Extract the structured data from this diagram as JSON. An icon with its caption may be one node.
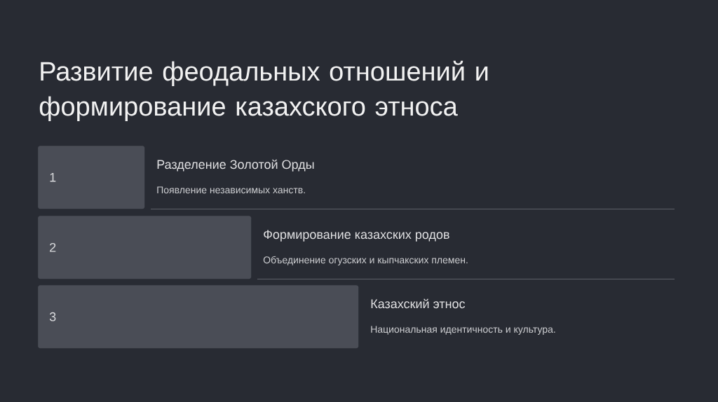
{
  "diagram": {
    "title": "Развитие феодальных отношений и формирование казахского этноса",
    "nodes": [
      {
        "text": [
          "1"
        ],
        "beside": [
          "Разделение Золотой Орды",
          "Появление независимых ханств."
        ]
      },
      {
        "text": [
          "2"
        ],
        "beside": [
          "Формирование казахских родов",
          "Объединение огузских и кыпчакских племен."
        ]
      },
      {
        "text": [
          "3"
        ],
        "beside": [
          "Казахский этнос",
          "Национальная идентичность и культура."
        ]
      }
    ]
  }
}
